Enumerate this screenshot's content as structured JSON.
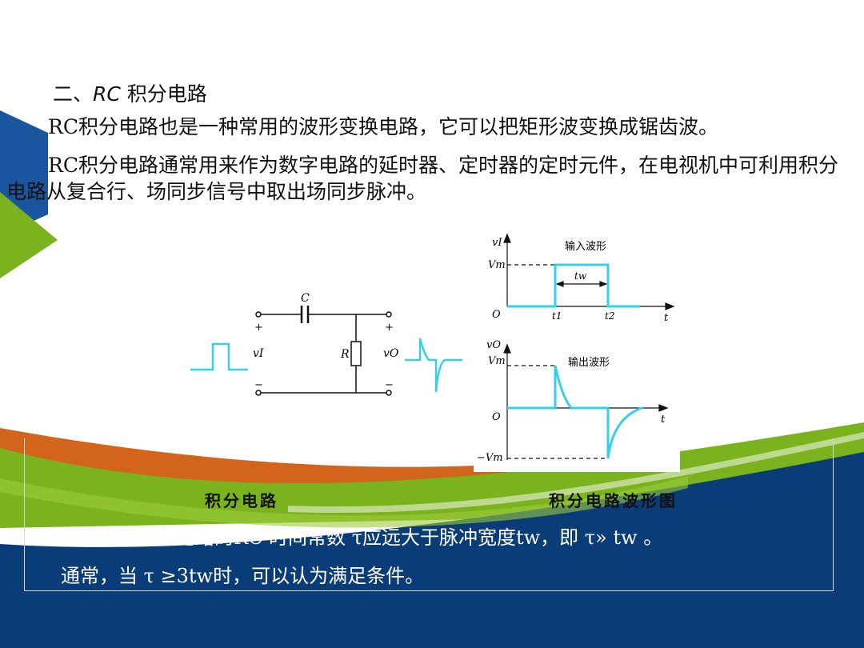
{
  "title": {
    "prefix": "二、",
    "rc": "RC",
    "suffix": " 积分电路"
  },
  "paragraph1": "RC积分电路也是一种常用的波形变换电路，它可以把矩形波变换成锯齿波。",
  "paragraph2": "RC积分电路通常用来作为数字电路的延时器、定时器的定时元件，在电视机中可利用积分电路从复合行、场同步信号中取出场同步脉冲。",
  "circuit": {
    "c": "C",
    "r": "R",
    "plus": "+",
    "minus": "−",
    "vi": "vI",
    "vo": "vO"
  },
  "waveform": {
    "in_axis": "vI",
    "in_title": "输入波形",
    "vm": "Vm",
    "tw": "tw",
    "o": "O",
    "t1": "t1",
    "t2": "t2",
    "t": "t",
    "out_axis": "vO",
    "out_title": "输出波形",
    "neg_vm": "−Vm"
  },
  "captions": {
    "circuit": "积分电路",
    "waveform": "积分电路波形图"
  },
  "note1": "积分电路要求电路的RC 时间常数 τ应远大于脉冲宽度tw，即 τ» tw 。",
  "note2": "通常，当 τ ≥3tw时，可以认为满足条件。",
  "colors": {
    "blue": "#1a56a0",
    "green": "#7ab31e",
    "orange": "#d2641c",
    "navy": "#0a3c78",
    "cyan": "#35d0e6"
  }
}
